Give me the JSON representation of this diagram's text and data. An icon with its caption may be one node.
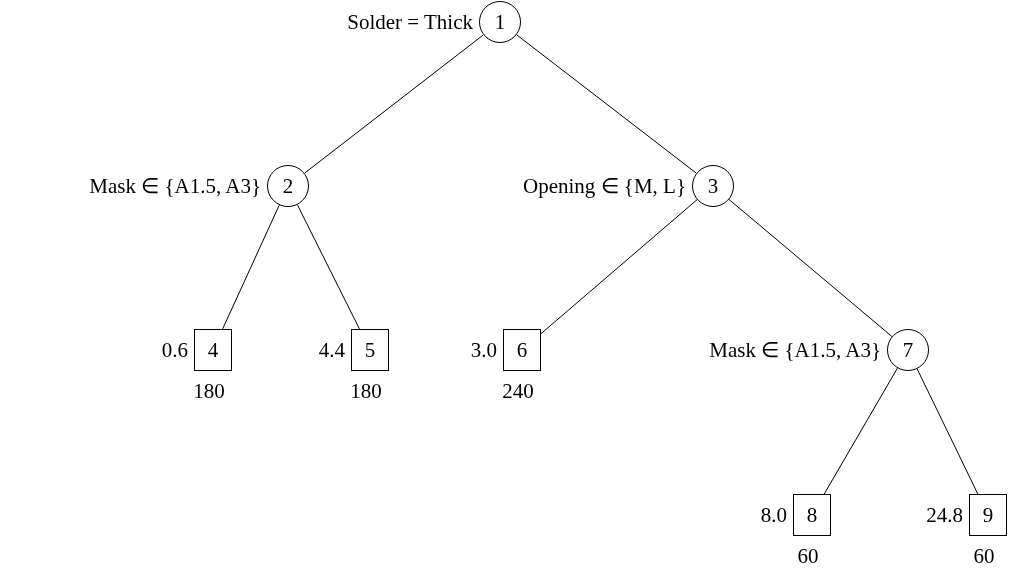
{
  "diagram": {
    "nodes": [
      {
        "text": [
          "1"
        ],
        "beside": [
          "Solder = Thick"
        ]
      },
      {
        "text": [
          "2"
        ],
        "beside": [
          "Mask ∈ {A1.5, A3}"
        ]
      },
      {
        "text": [
          "3"
        ],
        "beside": [
          "Opening ∈ {M, L}"
        ]
      },
      {
        "text": [
          "4"
        ],
        "beside": [
          "0.6",
          "180"
        ]
      },
      {
        "text": [
          "5"
        ],
        "beside": [
          "4.4",
          "180"
        ]
      },
      {
        "text": [
          "6"
        ],
        "beside": [
          "3.0",
          "240"
        ]
      },
      {
        "text": [
          "7"
        ],
        "beside": [
          "Mask ∈ {A1.5, A3}"
        ]
      },
      {
        "text": [
          "8"
        ],
        "beside": [
          "8.0",
          "60"
        ]
      },
      {
        "text": [
          "9"
        ],
        "beside": [
          "24.8",
          "60"
        ]
      }
    ],
    "edges": [
      {
        "from": 0,
        "to": 1,
        "arrow": "none"
      },
      {
        "from": 0,
        "to": 2,
        "arrow": "none"
      },
      {
        "from": 1,
        "to": 3,
        "arrow": "none"
      },
      {
        "from": 1,
        "to": 4,
        "arrow": "none"
      },
      {
        "from": 2,
        "to": 5,
        "arrow": "none"
      },
      {
        "from": 2,
        "to": 6,
        "arrow": "none"
      },
      {
        "from": 6,
        "to": 7,
        "arrow": "none"
      },
      {
        "from": 6,
        "to": 8,
        "arrow": "none"
      }
    ]
  }
}
